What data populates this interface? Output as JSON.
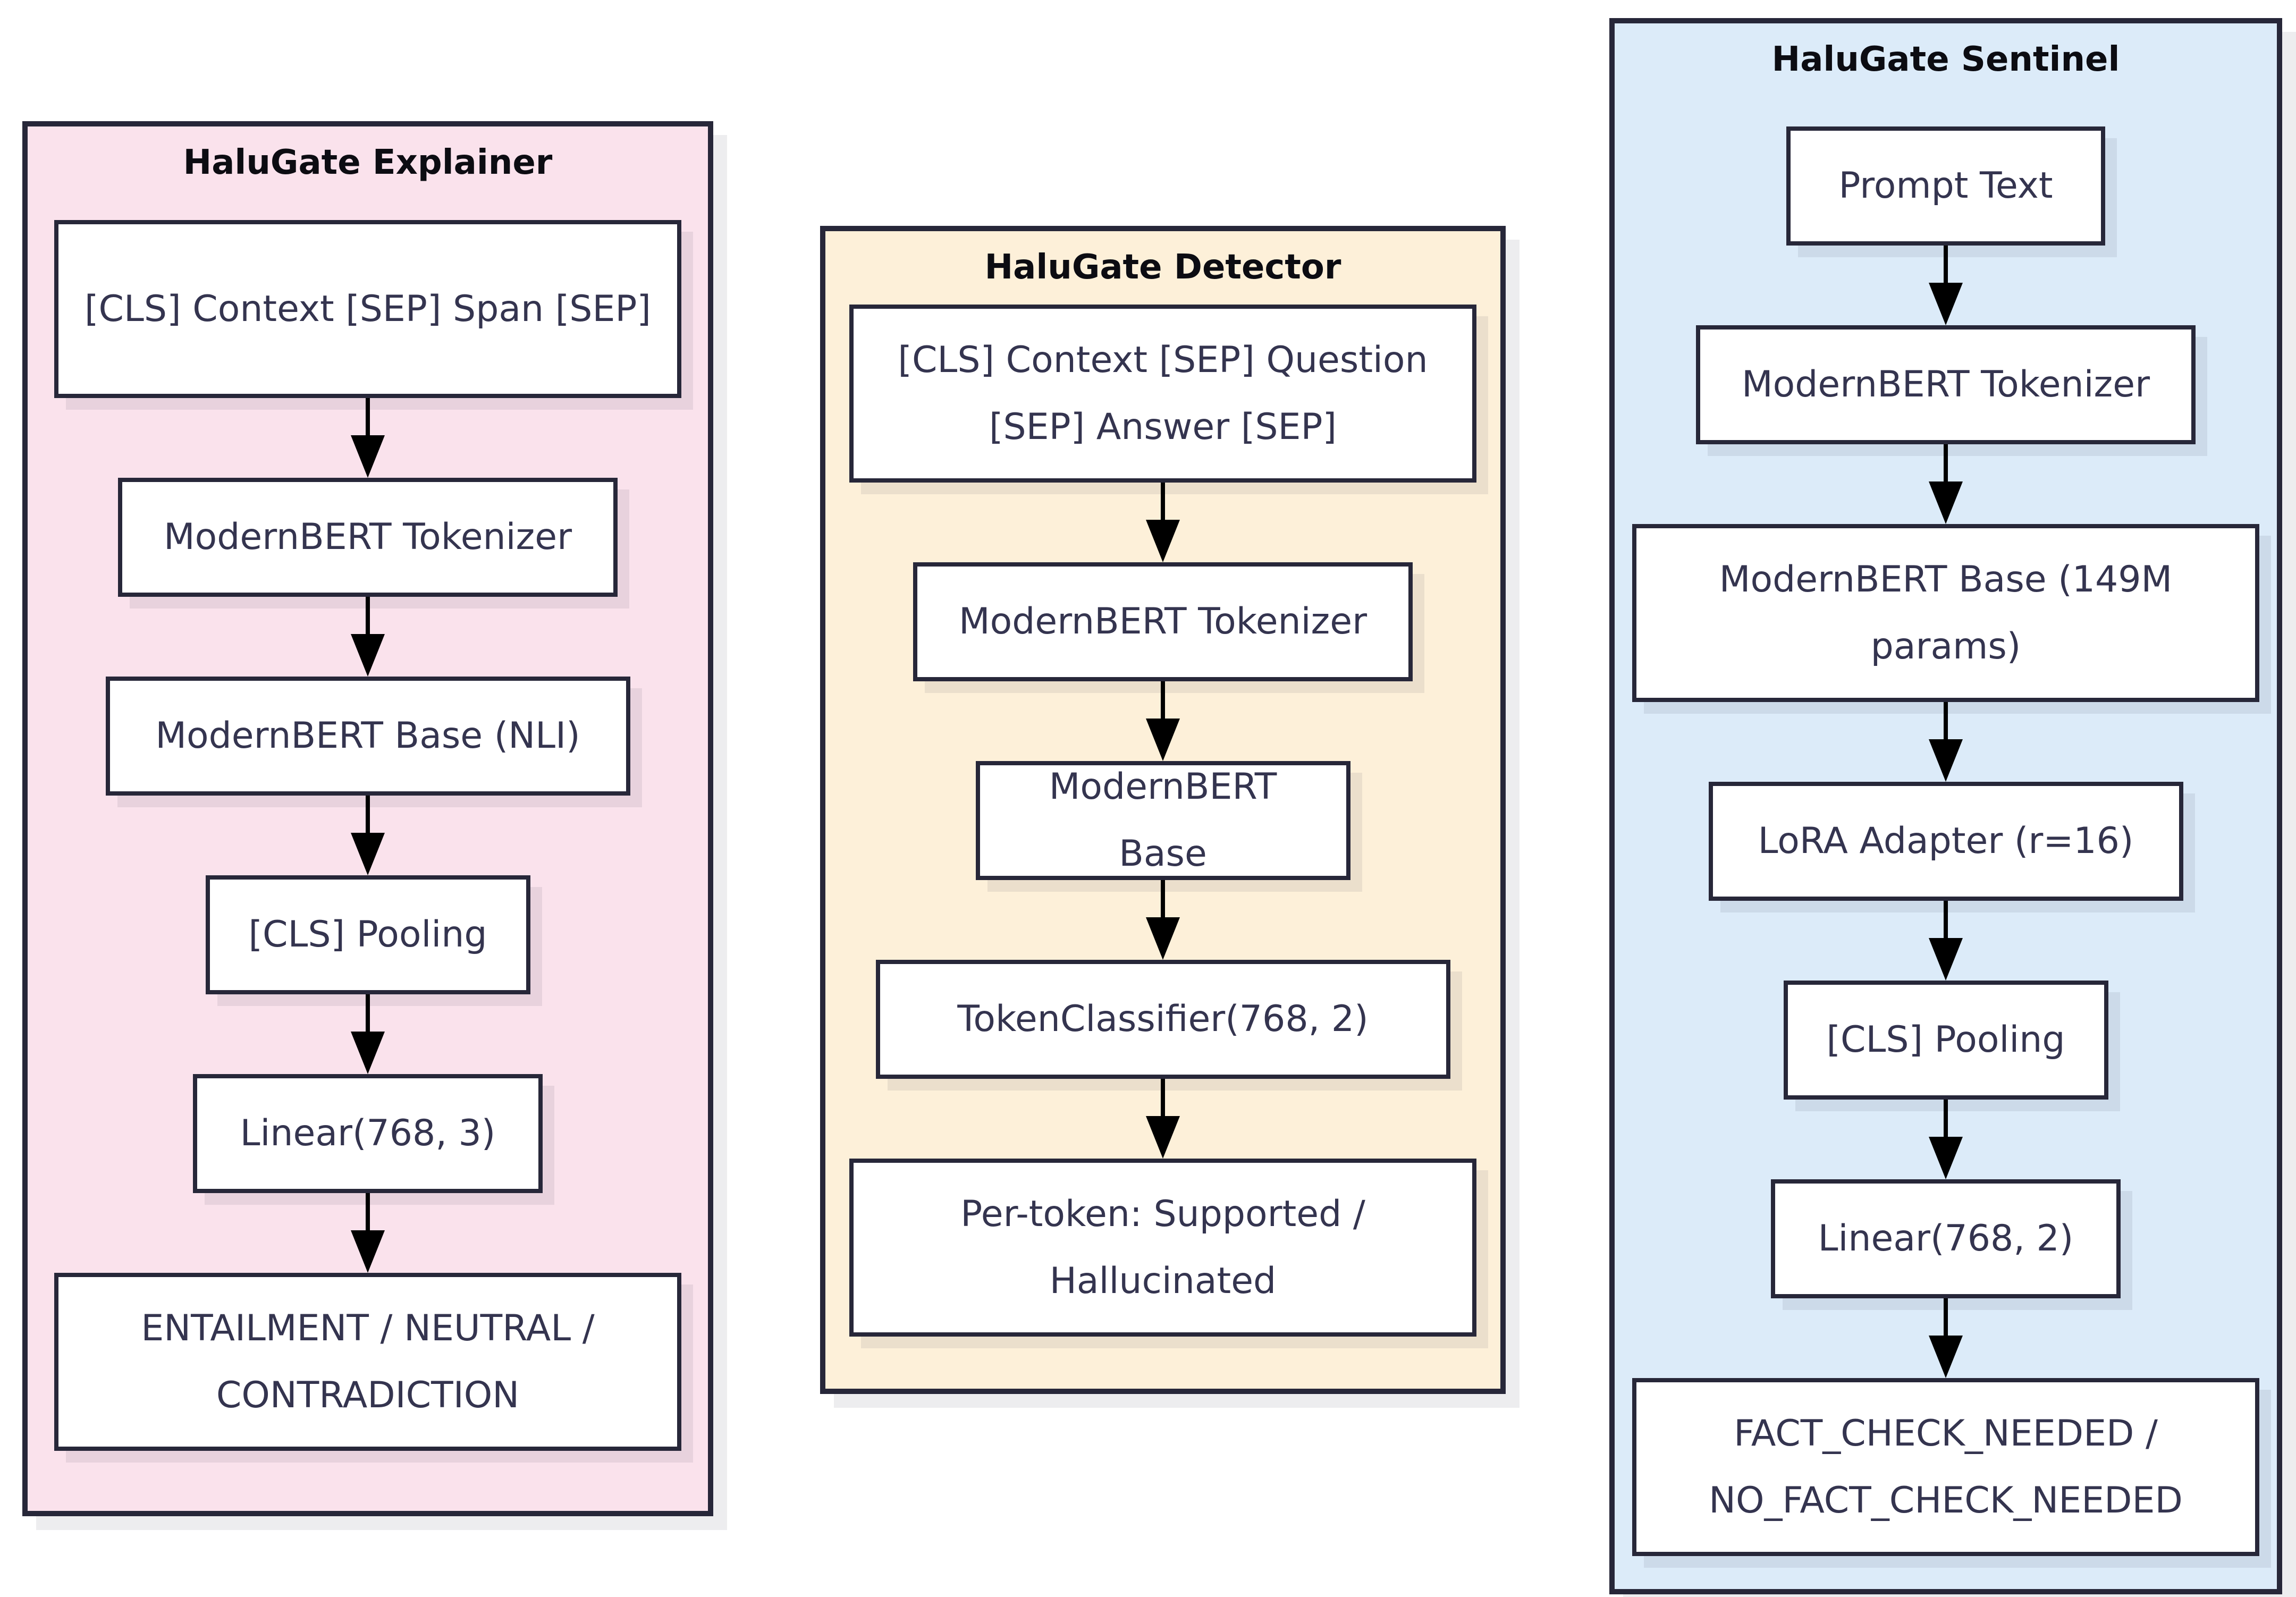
{
  "diagram": {
    "panels": [
      {
        "id": "explainer",
        "title": "HaluGate Explainer",
        "bg_color": "#fae2ec",
        "nodes": [
          "[CLS] Context [SEP] Span [SEP]",
          "ModernBERT Tokenizer",
          "ModernBERT Base (NLI)",
          "[CLS] Pooling",
          "Linear(768, 3)",
          "ENTAILMENT / NEUTRAL / CONTRADICTION"
        ]
      },
      {
        "id": "detector",
        "title": "HaluGate Detector",
        "bg_color": "#fdf0d9",
        "nodes": [
          "[CLS] Context [SEP] Question [SEP] Answer [SEP]",
          "ModernBERT Tokenizer",
          "ModernBERT Base",
          "TokenClassifier(768, 2)",
          "Per-token: Supported / Hallucinated"
        ]
      },
      {
        "id": "sentinel",
        "title": "HaluGate Sentinel",
        "bg_color": "#dcebf9",
        "nodes": [
          "Prompt Text",
          "ModernBERT Tokenizer",
          "ModernBERT Base (149M params)",
          "LoRA Adapter (r=16)",
          "[CLS] Pooling",
          "Linear(768, 2)",
          "FACT_CHECK_NEEDED / NO_FACT_CHECK_NEEDED"
        ]
      }
    ],
    "colors": {
      "panel_border": "#272739",
      "node_border": "#272739",
      "node_background": "#ffffff",
      "node_text": "#34344f",
      "title_text": "#0c0c12",
      "arrow": "#000000",
      "page_background": "#ffffff"
    }
  }
}
